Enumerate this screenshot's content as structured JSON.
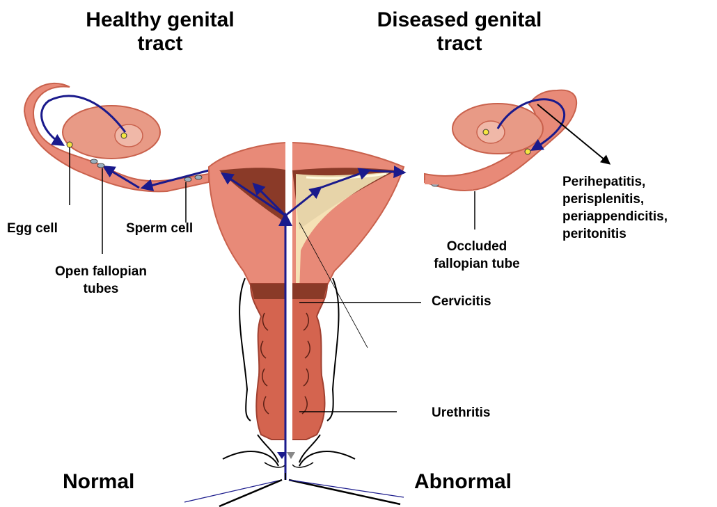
{
  "titles": {
    "healthy_line1": "Healthy genital",
    "healthy_line2": "tract",
    "diseased_line1": "Diseased genital",
    "diseased_line2": "tract"
  },
  "labels": {
    "egg_cell": "Egg cell",
    "sperm_cell": "Sperm cell",
    "open_fallopian_line1": "Open fallopian",
    "open_fallopian_line2": "tubes",
    "occluded_line1": "Occluded",
    "occluded_line2": "fallopian tube",
    "cervicitis": "Cervicitis",
    "urethritis": "Urethritis",
    "peri_line1": "Perihepatitis,",
    "peri_line2": "perisplenitis,",
    "peri_line3": "periappendicitis,",
    "peri_line4": "peritonitis",
    "normal": "Normal",
    "abnormal": "Abnormal"
  },
  "colors": {
    "tissue": "#e88a78",
    "tissue_dark": "#c9614c",
    "cavity": "#8a3a28",
    "arrow": "#1a1a8c",
    "egg": "#f5e642"
  }
}
